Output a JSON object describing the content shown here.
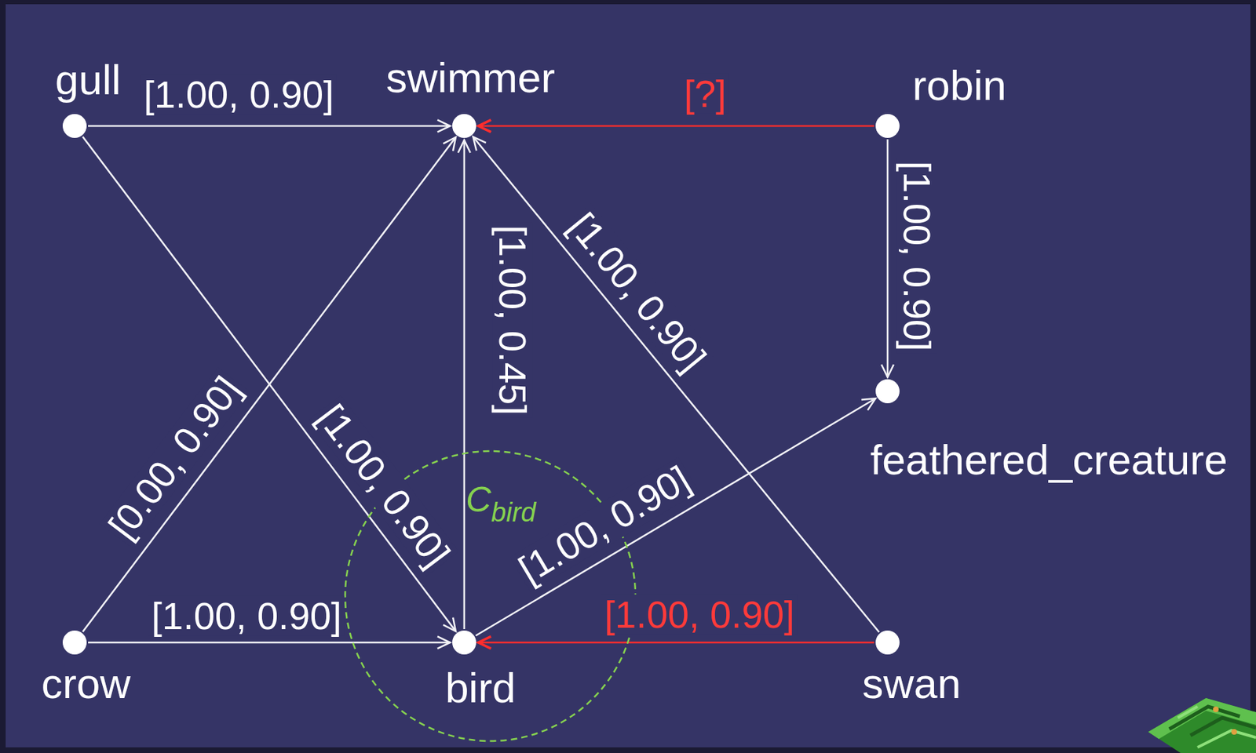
{
  "diagram": {
    "nodes": [
      {
        "text": [
          "gull"
        ]
      },
      {
        "text": [
          "swimmer"
        ]
      },
      {
        "text": [
          "robin"
        ]
      },
      {
        "text": [
          "feathered_creature"
        ]
      },
      {
        "text": [
          "crow"
        ]
      },
      {
        "text": [
          "C",
          "bird"
        ]
      },
      {
        "text": [
          "bird"
        ],
        "in": 5
      },
      {
        "text": [
          "swan"
        ]
      }
    ],
    "edges": [
      {
        "from": 0,
        "to": 1,
        "label": "[1.00, 0.90]",
        "arrow": "to"
      },
      {
        "from": 0,
        "to": 6,
        "label": "[1.00, 0.90]",
        "arrow": "to"
      },
      {
        "from": 4,
        "to": 1,
        "label": "[0.00, 0.90]",
        "arrow": "to"
      },
      {
        "from": 4,
        "to": 6,
        "label": "[1.00, 0.90]",
        "arrow": "to"
      },
      {
        "from": 6,
        "to": 1,
        "label": "[1.00, 0.45]",
        "arrow": "to"
      },
      {
        "from": 6,
        "to": 3,
        "label": "[1.00, 0.90]",
        "arrow": "to"
      },
      {
        "from": 7,
        "to": 1,
        "label": "[1.00, 0.90]",
        "arrow": "to"
      },
      {
        "from": 7,
        "to": 6,
        "label": "[1.00, 0.90]",
        "arrow": "to"
      },
      {
        "from": 2,
        "to": 1,
        "label": "[?]",
        "arrow": "to"
      },
      {
        "from": 2,
        "to": 3,
        "label": "[1.00, 0.90]",
        "arrow": "to"
      }
    ]
  }
}
